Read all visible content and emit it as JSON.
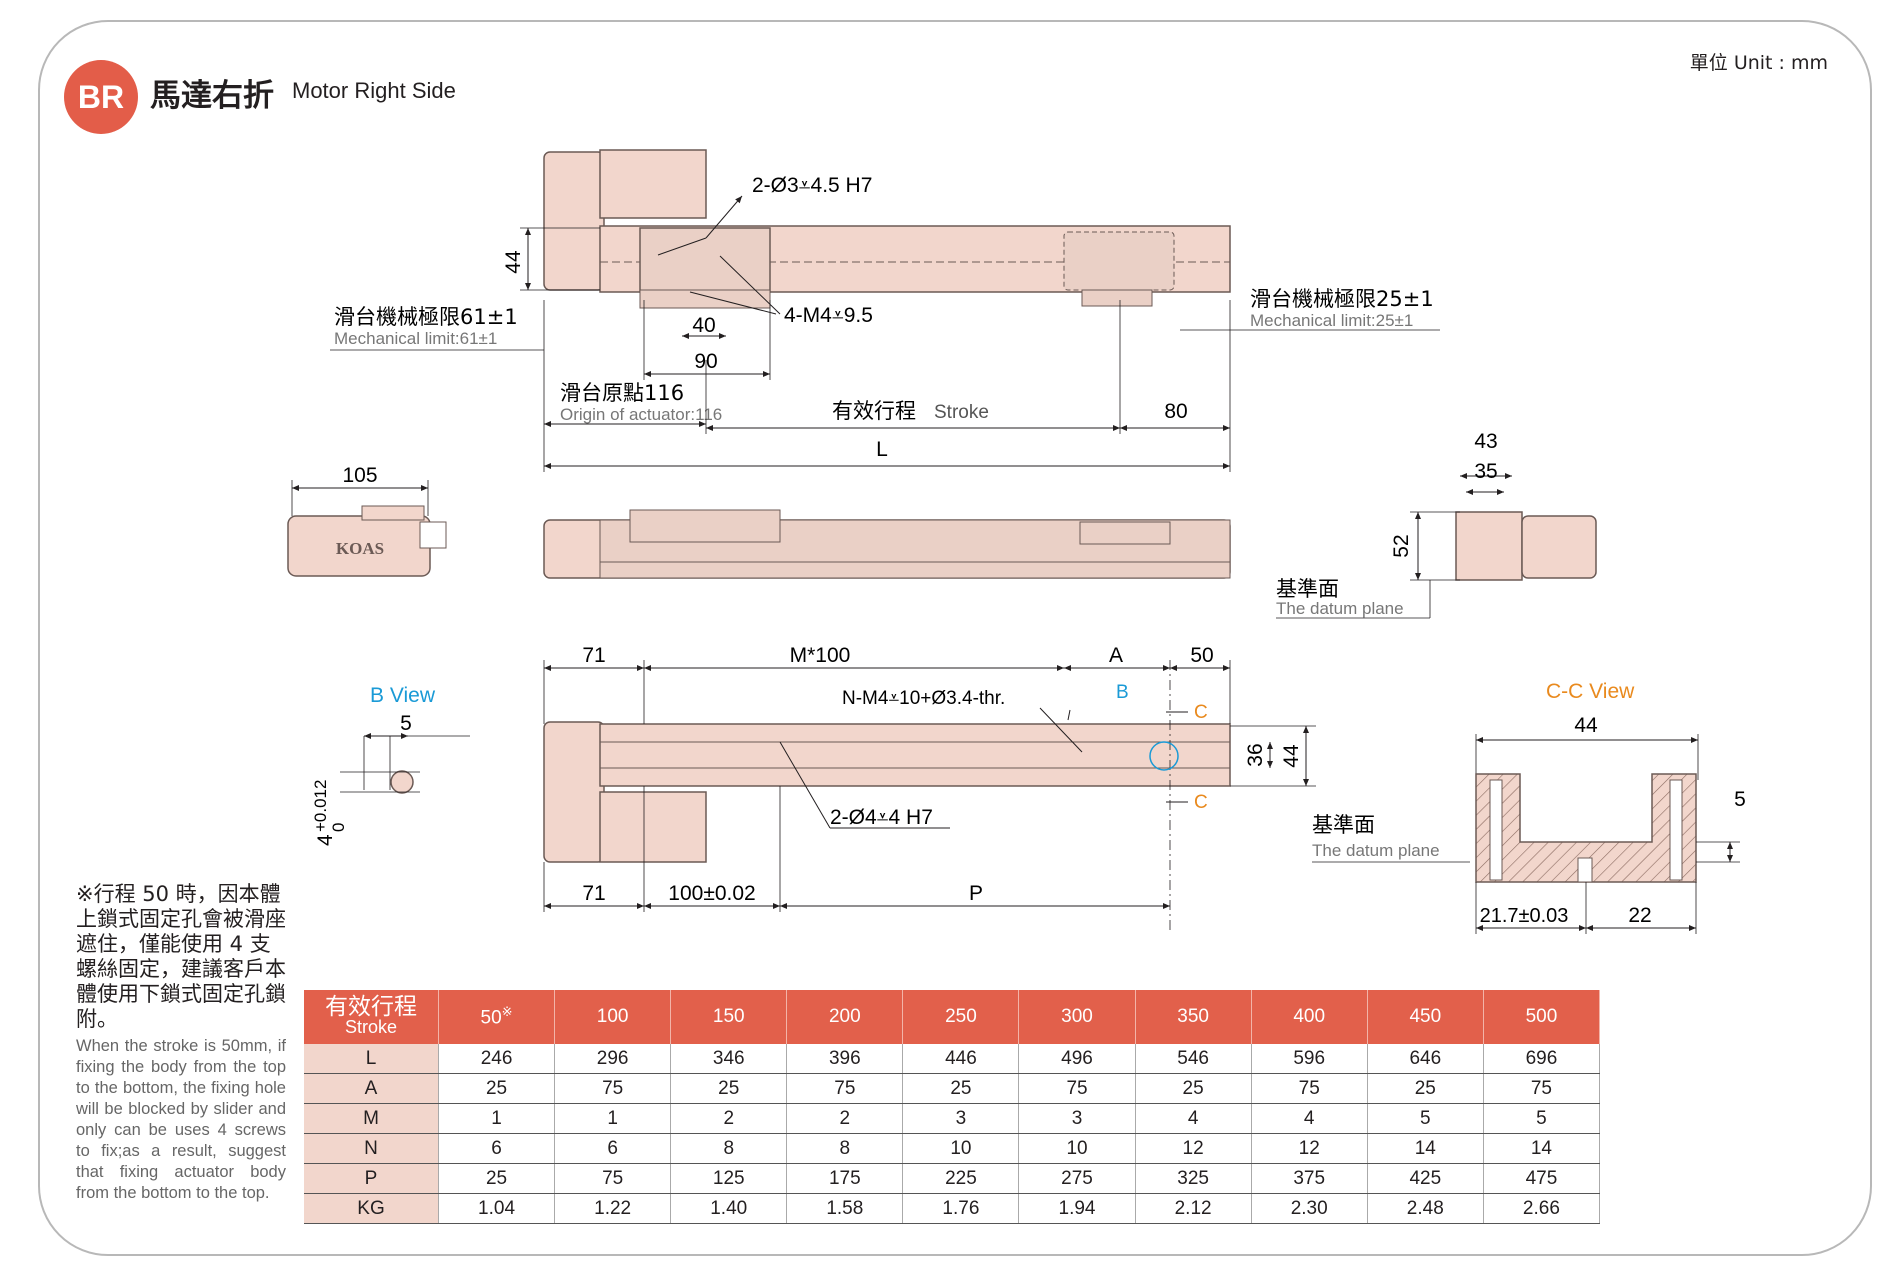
{
  "header": {
    "badge": "BR",
    "title_zh": "馬達右折",
    "title_en": "Motor Right Side",
    "unit": "單位 Unit : mm"
  },
  "top_view": {
    "hole_spec_1": "2-Ø3⩡4.5 H7",
    "hole_spec_2": "4-M4⩡9.5",
    "dim_44": "44",
    "dim_40": "40",
    "dim_90": "90",
    "dim_80": "80",
    "dim_L": "L",
    "mech_limit_left_zh": "滑台機械極限61±1",
    "mech_limit_left_en": "Mechanical limit:61±1",
    "mech_limit_right_zh": "滑台機械極限25±1",
    "mech_limit_right_en": "Mechanical limit:25±1",
    "origin_zh": "滑台原點116",
    "origin_en": "Origin of actuator:116",
    "stroke_zh": "有效行程",
    "stroke_en": "Stroke"
  },
  "side_view": {
    "dim_105": "105",
    "logo": "KOAS"
  },
  "right_view": {
    "dim_43": "43",
    "dim_35": "35",
    "dim_52": "52",
    "datum_zh": "基準面",
    "datum_en": "The datum plane"
  },
  "bottom_view": {
    "dim_71_top": "71",
    "dim_m100": "M*100",
    "dim_A": "A",
    "dim_50": "50",
    "thread_spec": "N-M4⩡10+Ø3.4-thr.",
    "label_B": "B",
    "label_C1": "C",
    "label_C2": "C",
    "dim_36": "36",
    "dim_44": "44",
    "hole_spec": "2-Ø4⩡4 H7",
    "dim_71_bottom": "71",
    "dim_100": "100±0.02",
    "dim_P": "P",
    "datum_zh": "基準面",
    "datum_en": "The datum plane"
  },
  "b_view": {
    "title": "B View",
    "dim_5": "5",
    "tol_main": "4",
    "tol_upper": "+0.012",
    "tol_lower": "0"
  },
  "cc_view": {
    "title": "C-C View",
    "dim_44": "44",
    "dim_5": "5",
    "dim_21": "21.7±0.03",
    "dim_22": "22"
  },
  "note": {
    "zh": "※行程 50 時，因本體上鎖式固定孔會被滑座遮住，僅能使用 4 支螺絲固定，建議客戶本體使用下鎖式固定孔鎖附。",
    "en": "When the stroke is 50mm, if fixing the body from the top to the bottom, the fixing hole will be blocked by slider and only can be uses 4 screws to fix;as a result, suggest that fixing actuator body from the bottom to the top."
  },
  "table": {
    "head_zh": "有效行程",
    "head_en": "Stroke",
    "strokes": [
      "50",
      "100",
      "150",
      "200",
      "250",
      "300",
      "350",
      "400",
      "450",
      "500"
    ],
    "first_mark": "※",
    "rows": [
      {
        "label": "L",
        "values": [
          "246",
          "296",
          "346",
          "396",
          "446",
          "496",
          "546",
          "596",
          "646",
          "696"
        ]
      },
      {
        "label": "A",
        "values": [
          "25",
          "75",
          "25",
          "75",
          "25",
          "75",
          "25",
          "75",
          "25",
          "75"
        ]
      },
      {
        "label": "M",
        "values": [
          "1",
          "1",
          "2",
          "2",
          "3",
          "3",
          "4",
          "4",
          "5",
          "5"
        ]
      },
      {
        "label": "N",
        "values": [
          "6",
          "6",
          "8",
          "8",
          "10",
          "10",
          "12",
          "12",
          "14",
          "14"
        ]
      },
      {
        "label": "P",
        "values": [
          "25",
          "75",
          "125",
          "175",
          "225",
          "275",
          "325",
          "375",
          "425",
          "475"
        ]
      },
      {
        "label": "KG",
        "values": [
          "1.04",
          "1.22",
          "1.40",
          "1.58",
          "1.76",
          "1.94",
          "2.12",
          "2.30",
          "2.48",
          "2.66"
        ]
      }
    ]
  },
  "colors": {
    "accent": "#e2604b",
    "body_fill": "#f2d6cc",
    "label_blue": "#1a9ad6",
    "label_orange": "#e98a1e"
  }
}
